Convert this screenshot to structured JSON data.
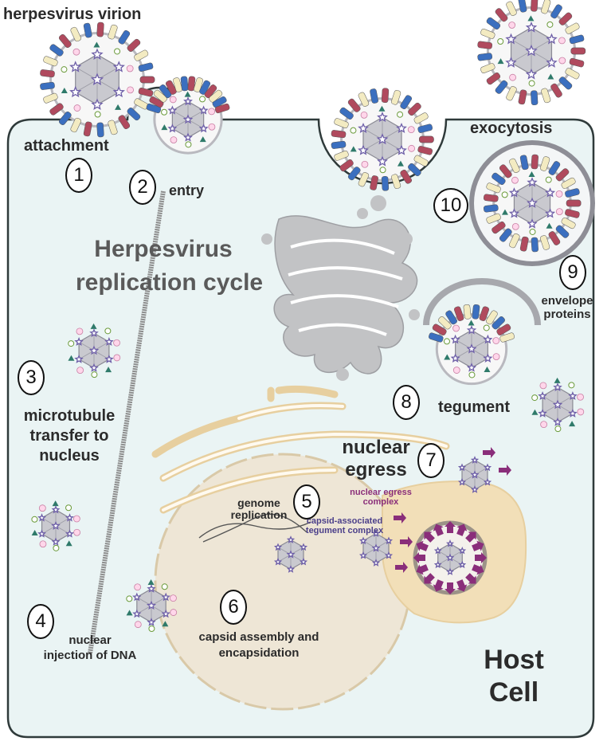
{
  "labels": {
    "virion": "herpesvirus virion",
    "attachment": "attachment",
    "entry": "entry",
    "exocytosis": "exocytosis",
    "cycle_line1": "Herpesvirus",
    "cycle_line2": "replication cycle",
    "microtubule": "microtubule\ntransfer to\nnucleus",
    "envelope_proteins": "envelope\nproteins",
    "tegument": "tegument",
    "nuclear_egress": "nuclear\negress",
    "genome_replication": "genome\nreplication",
    "nec": "nuclear egress\ncomplex",
    "catc": "capsid-associated\ntegument complex",
    "injection": "nuclear\ninjection of DNA",
    "capsid_assembly": "capsid assembly and\nencapsidation",
    "host_cell": "Host\nCell"
  },
  "steps": [
    "1",
    "2",
    "3",
    "4",
    "5",
    "6",
    "7",
    "8",
    "9",
    "10"
  ],
  "colors": {
    "cell_fill": "#eaf4f4",
    "cell_stroke": "#2f3a3a",
    "capsid": "#c9c9cf",
    "star": "#6e5fa8",
    "gp_blue": "#3b6fbf",
    "gp_red": "#b04a5e",
    "gp_cream": "#f3ebc2",
    "nucleus": "#eee6d6",
    "er": "#f2dfb8",
    "nec": "#8a2e7a",
    "golgi": "#bfc0c2"
  }
}
